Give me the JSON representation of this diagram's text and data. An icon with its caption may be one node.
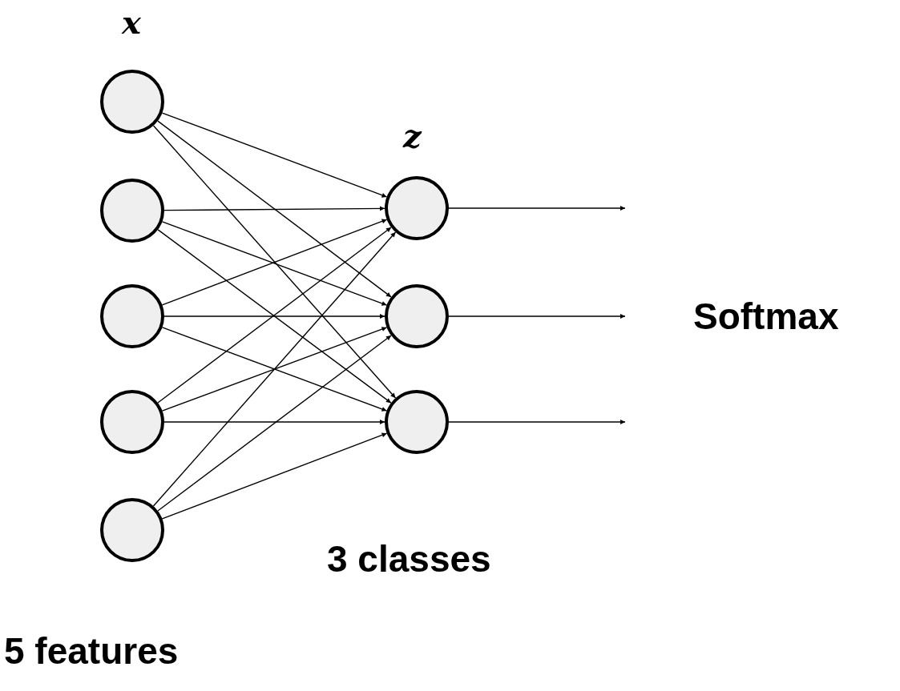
{
  "diagram": {
    "nodes": [
      {
        "text": [],
        "shape": "circle"
      },
      {
        "text": [],
        "shape": "circle"
      },
      {
        "text": [],
        "shape": "circle"
      },
      {
        "text": [],
        "shape": "circle"
      },
      {
        "text": [],
        "shape": "circle"
      },
      {
        "text": [],
        "shape": "circle"
      },
      {
        "text": [],
        "shape": "circle"
      },
      {
        "text": [],
        "shape": "circle"
      }
    ],
    "edges": [
      {
        "from": 0,
        "to": 5,
        "arrow": "to"
      },
      {
        "from": 0,
        "to": 6,
        "arrow": "to"
      },
      {
        "from": 0,
        "to": 7,
        "arrow": "to"
      },
      {
        "from": 1,
        "to": 5,
        "arrow": "to"
      },
      {
        "from": 1,
        "to": 6,
        "arrow": "to"
      },
      {
        "from": 1,
        "to": 7,
        "arrow": "to"
      },
      {
        "from": 2,
        "to": 5,
        "arrow": "to"
      },
      {
        "from": 2,
        "to": 6,
        "arrow": "to"
      },
      {
        "from": 2,
        "to": 7,
        "arrow": "to"
      },
      {
        "from": 3,
        "to": 5,
        "arrow": "to"
      },
      {
        "from": 3,
        "to": 6,
        "arrow": "to"
      },
      {
        "from": 3,
        "to": 7,
        "arrow": "to"
      },
      {
        "from": 4,
        "to": 5,
        "arrow": "to"
      },
      {
        "from": 4,
        "to": 6,
        "arrow": "to"
      },
      {
        "from": 4,
        "to": 7,
        "arrow": "to"
      },
      {
        "from": 5,
        "to": null,
        "arrow": "to"
      },
      {
        "from": 6,
        "to": null,
        "arrow": "to"
      },
      {
        "from": 7,
        "to": null,
        "arrow": "to"
      }
    ],
    "labels": [
      "x",
      "z",
      "Softmax",
      "3 classes",
      "5 features"
    ]
  }
}
